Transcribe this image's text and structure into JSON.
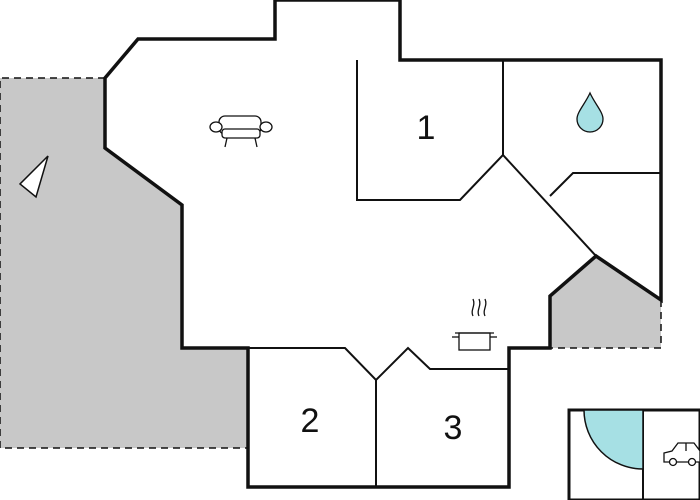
{
  "floorplan": {
    "rooms": [
      {
        "number": "1",
        "type": "bedroom"
      },
      {
        "number": "2",
        "type": "bedroom"
      },
      {
        "number": "3",
        "type": "bedroom"
      }
    ],
    "symbols": {
      "living_room": "sofa-icon",
      "bathroom": "water-drop-icon",
      "kitchen": "cooking-pot-icon",
      "garage": "car-icon",
      "orientation": "north-arrow-icon"
    },
    "colors": {
      "walls": "#111111",
      "terrace": "#c8c8c8",
      "water": "#a6e0e4",
      "background": "#ffffff"
    }
  }
}
